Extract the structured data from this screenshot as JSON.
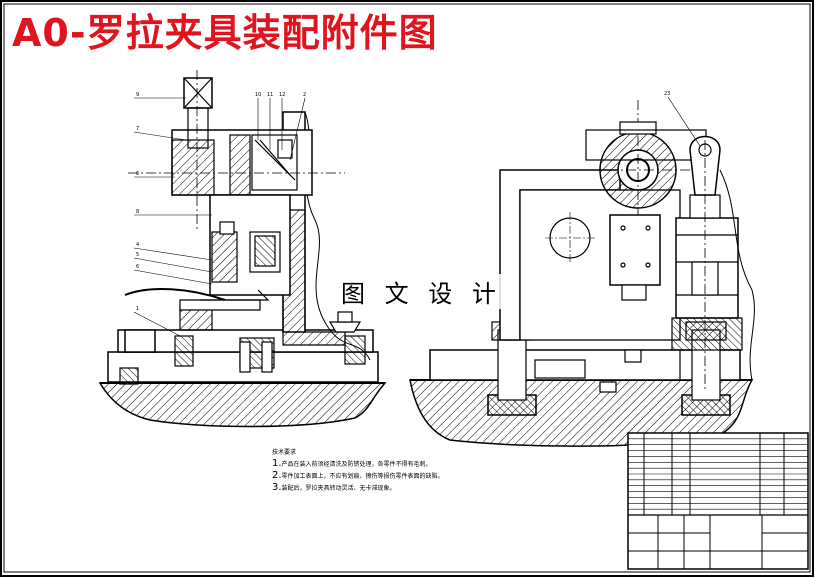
{
  "title": "A0-罗拉夹具装配附件图",
  "watermark": "图 文 设 计",
  "notes": {
    "heading": "技术要求",
    "items": [
      {
        "no": "1.",
        "text": "产品在装入前须经清洗及防锈处理，各零件不得有毛刺。"
      },
      {
        "no": "2.",
        "text": "零件加工表面上，不应有划痕、擦伤等损伤零件表面的缺陷。"
      },
      {
        "no": "3.",
        "text": "装配后，罗拉夹具转动灵活、无卡滞现象。"
      }
    ]
  },
  "callouts": {
    "left_view": [
      "9",
      "7",
      "6",
      "8",
      "4",
      "5",
      "6",
      "1",
      "10",
      "11",
      "12",
      "2"
    ],
    "right_view": [
      "23"
    ]
  },
  "colors": {
    "title": "#e0141e",
    "line": "#000000",
    "background": "#ffffff"
  }
}
